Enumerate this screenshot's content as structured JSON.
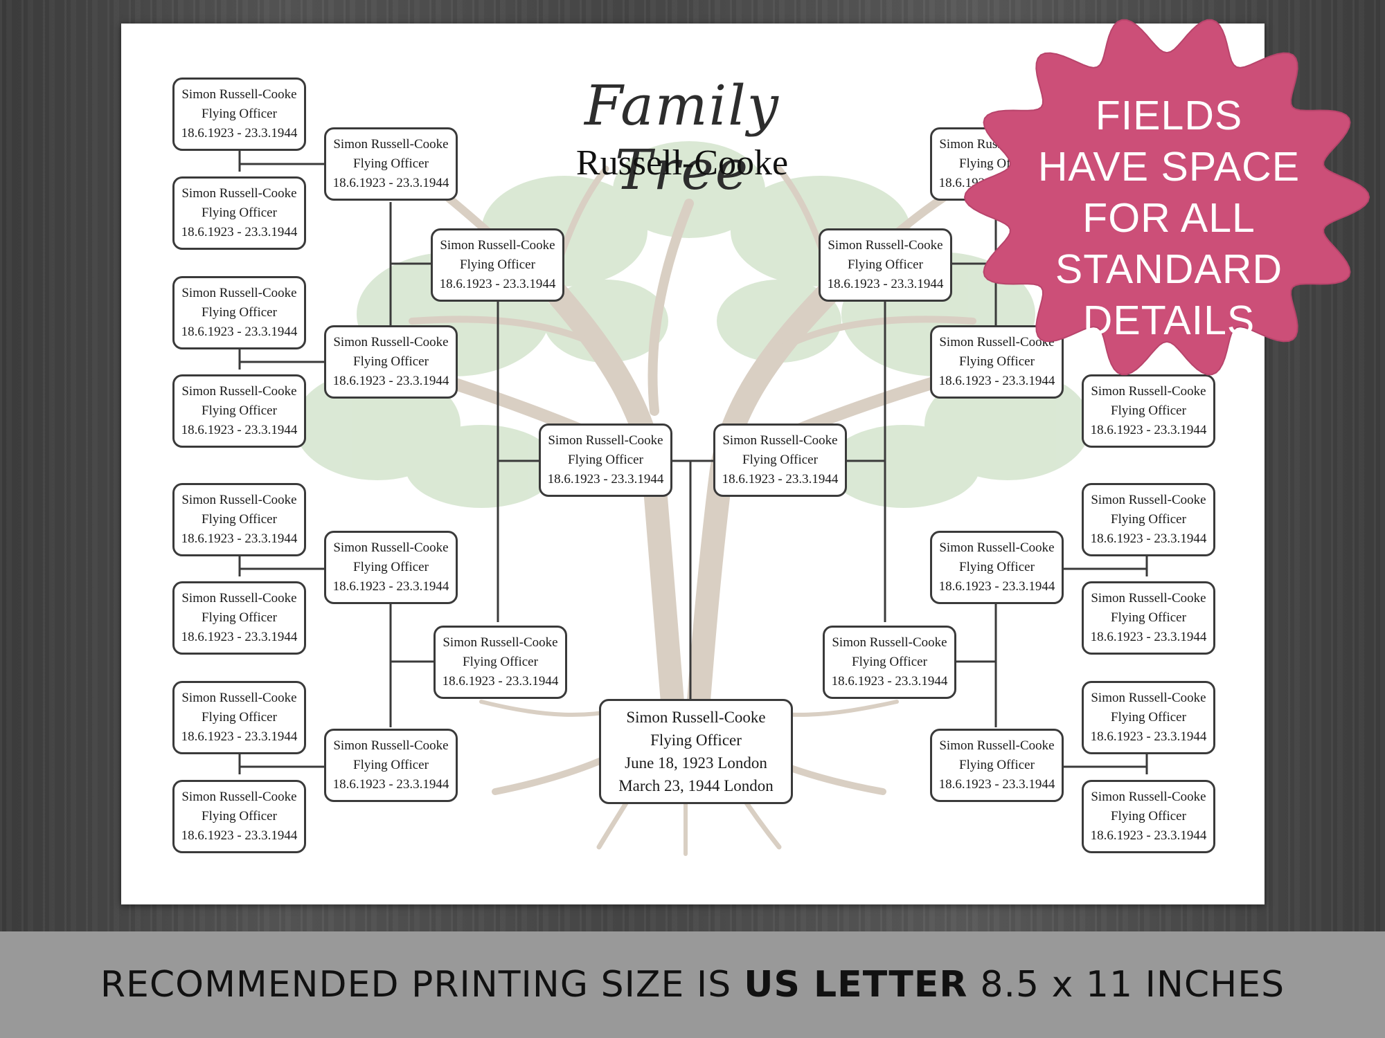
{
  "poster": {
    "title": "Family Tree",
    "surname": "Russell-Cooke"
  },
  "root": {
    "name": "Simon Russell-Cooke",
    "title": "Flying Officer",
    "born": "June 18, 1923 London",
    "died": "March 23, 1944 London"
  },
  "ancestor_card": {
    "name": "Simon Russell-Cooke",
    "title": "Flying Officer",
    "dates": "18.6.1923 - 23.3.1944"
  },
  "badge": {
    "lines": [
      "FIELDS",
      "HAVE SPACE",
      "FOR ALL",
      "STANDARD",
      "DETAILS"
    ],
    "color": "#cc4f78"
  },
  "footer": {
    "prefix": "RECOMMENDED PRINTING SIZE IS",
    "bold": "US LETTER",
    "suffix": "8.5 x 11 INCHES"
  },
  "colors": {
    "leaf": "#d6e6d0",
    "trunk": "#d9cfc3",
    "border": "#3a3a3a"
  }
}
